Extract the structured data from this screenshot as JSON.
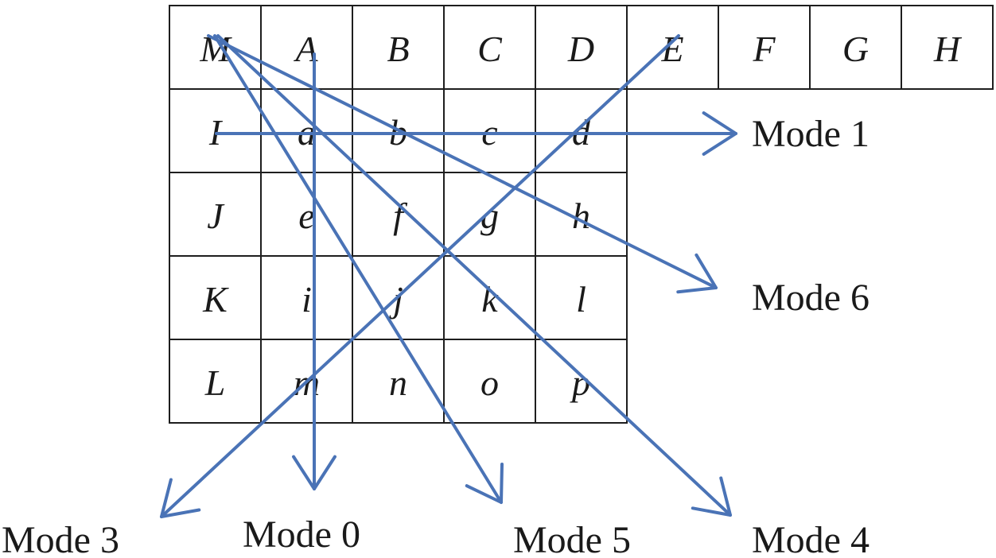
{
  "arrow_color": "#4a73b6",
  "grid": {
    "top_row": [
      "M",
      "A",
      "B",
      "C",
      "D",
      "E",
      "F",
      "G",
      "H"
    ],
    "rows": [
      [
        "I",
        "a",
        "b",
        "c",
        "d"
      ],
      [
        "J",
        "e",
        "f",
        "g",
        "h"
      ],
      [
        "K",
        "i",
        "j",
        "k",
        "l"
      ],
      [
        "L",
        "m",
        "n",
        "o",
        "p"
      ]
    ]
  },
  "modes": {
    "mode1": "Mode 1",
    "mode6": "Mode 6",
    "mode3": "Mode 3",
    "mode0": "Mode 0",
    "mode5": "Mode 5",
    "mode4": "Mode 4"
  }
}
